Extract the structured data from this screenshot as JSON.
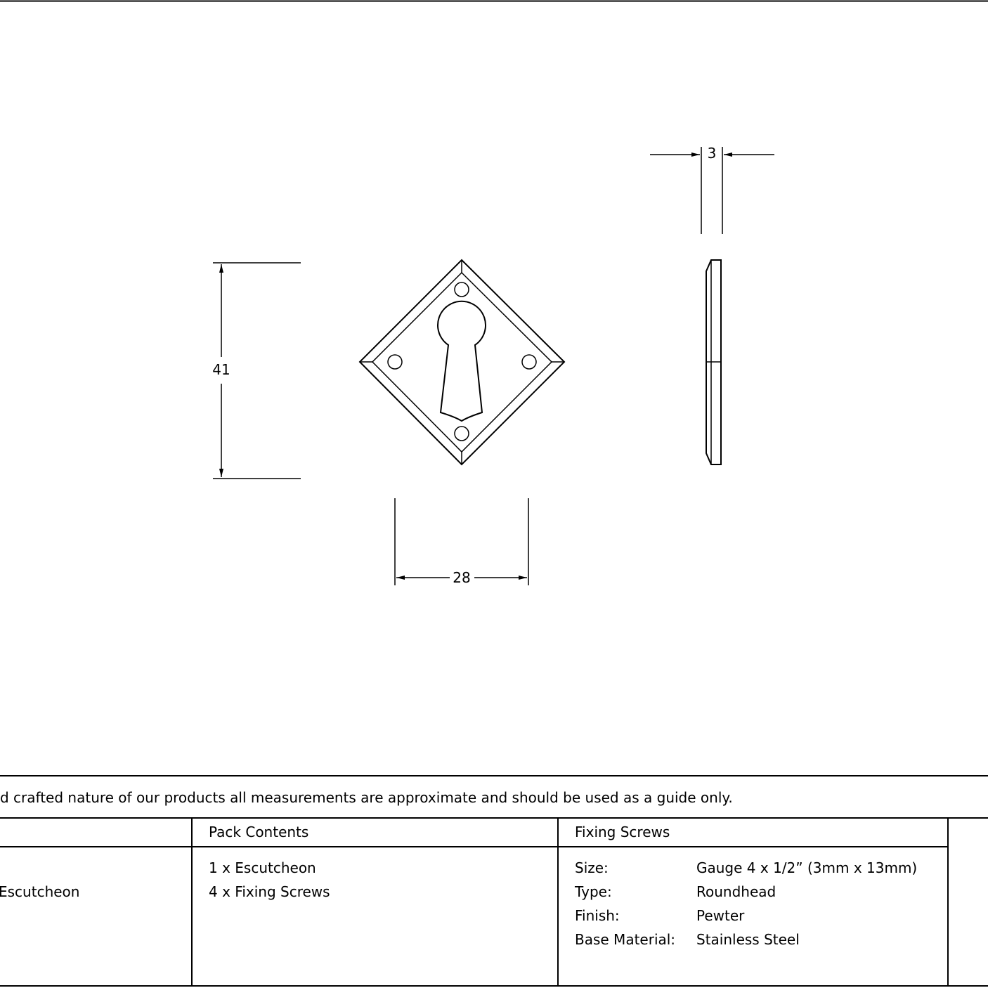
{
  "dimensions": {
    "height": "41",
    "width": "28",
    "thickness": "3"
  },
  "disclaimer": "d crafted nature of our products all measurements are approximate and should be used as a guide only.",
  "table": {
    "product_name": "Escutcheon",
    "pack_contents": {
      "header": "Pack Contents",
      "items": [
        "1 x Escutcheon",
        "4 x Fixing Screws"
      ]
    },
    "fixing_screws": {
      "header": "Fixing Screws",
      "rows": [
        {
          "label": "Size:",
          "value": "Gauge 4 x 1/2” (3mm x 13mm)"
        },
        {
          "label": "Type:",
          "value": "Roundhead"
        },
        {
          "label": "Finish:",
          "value": "Pewter"
        },
        {
          "label": "Base Material:",
          "value": "Stainless Steel"
        }
      ]
    }
  }
}
